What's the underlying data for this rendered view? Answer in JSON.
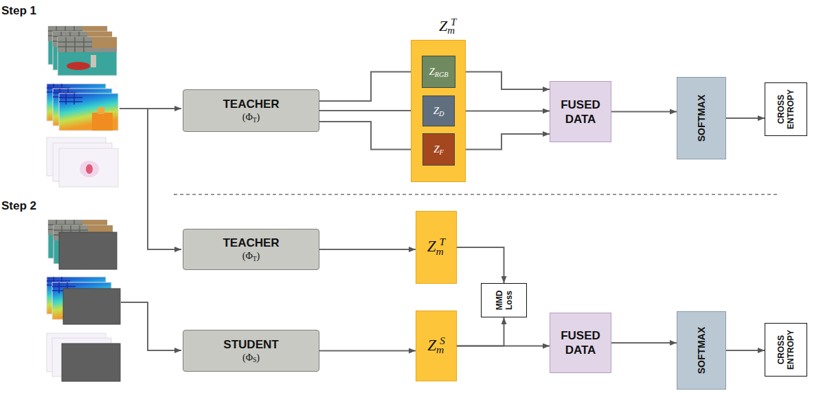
{
  "diagram": {
    "nodes": [
      {
        "text": [
          "TEACHER",
          "(ΦT)"
        ]
      },
      {
        "text": [
          "ZmT"
        ]
      },
      {
        "text": [
          "ZRGB"
        ],
        "in": 1
      },
      {
        "text": [
          "ZD"
        ],
        "in": 1
      },
      {
        "text": [
          "ZF"
        ],
        "in": 1
      },
      {
        "text": [
          "FUSED DATA"
        ]
      },
      {
        "text": [
          "SOFTMAX"
        ]
      },
      {
        "text": [
          "CROSS ENTROPY"
        ]
      },
      {
        "text": [
          "TEACHER",
          "(ΦT)"
        ]
      },
      {
        "text": [
          "ZmT"
        ]
      },
      {
        "text": [
          "MMD Loss"
        ]
      },
      {
        "text": [
          "STUDENT",
          "(ΦS)"
        ]
      },
      {
        "text": [
          "ZmS"
        ]
      },
      {
        "text": [
          "FUSED DATA"
        ]
      },
      {
        "text": [
          "SOFTMAX"
        ]
      },
      {
        "text": [
          "CROSS ENTROPY"
        ]
      }
    ],
    "edges": [
      {
        "from": 0,
        "to": 2,
        "arrow": "to"
      },
      {
        "from": 0,
        "to": 3,
        "arrow": "to"
      },
      {
        "from": 0,
        "to": 4,
        "arrow": "to"
      },
      {
        "from": 2,
        "to": 5,
        "arrow": "to"
      },
      {
        "from": 3,
        "to": 5,
        "arrow": "to"
      },
      {
        "from": 4,
        "to": 5,
        "arrow": "to"
      },
      {
        "from": 5,
        "to": 6,
        "arrow": "to"
      },
      {
        "from": 6,
        "to": 7,
        "arrow": "to"
      },
      {
        "from": 8,
        "to": 9,
        "arrow": "to"
      },
      {
        "from": 9,
        "to": 10,
        "arrow": "to"
      },
      {
        "from": 11,
        "to": 12,
        "arrow": "to"
      },
      {
        "from": 12,
        "to": 10,
        "arrow": "to"
      },
      {
        "from": 12,
        "to": 13,
        "arrow": "to"
      },
      {
        "from": 13,
        "to": 14,
        "arrow": "to"
      },
      {
        "from": 14,
        "to": 15,
        "arrow": "to"
      }
    ],
    "labels": [
      "Step 1",
      "Step 2"
    ]
  }
}
